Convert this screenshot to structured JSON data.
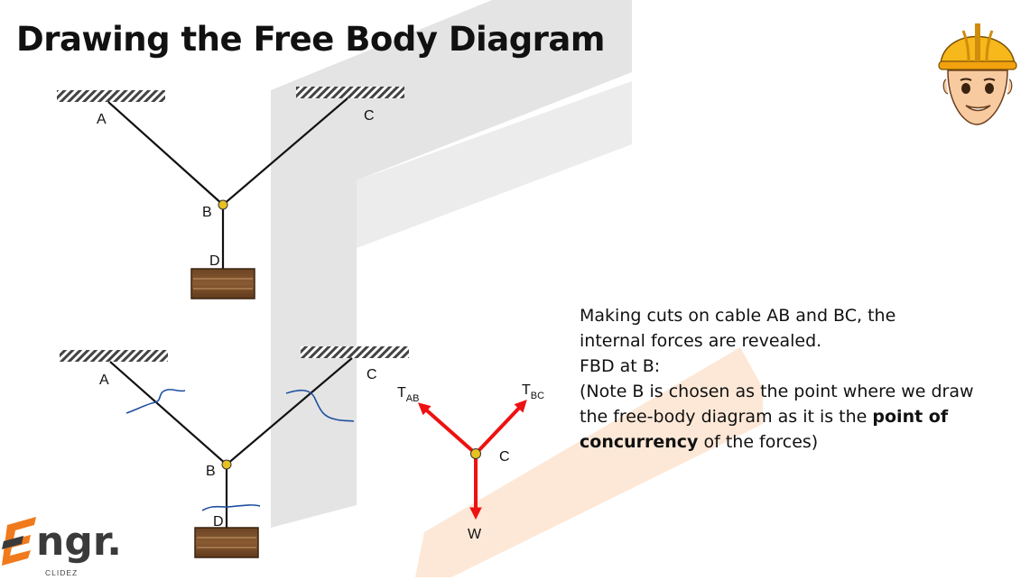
{
  "slide": {
    "title": "Drawing the Free Body Diagram",
    "explanation": {
      "line1": "Making cuts on cable AB and BC, the",
      "line2": "internal forces are revealed.",
      "line3": "FBD at B:",
      "note_start": "(Note B is chosen as the point where we draw the free-body diagram as it is the ",
      "note_bold": "point of concurrency",
      "note_end": " of the forces)"
    }
  },
  "diagram_top": {
    "label_a": "A",
    "label_b": "B",
    "label_c": "C",
    "label_d": "D"
  },
  "diagram_bottom": {
    "label_a": "A",
    "label_b": "B",
    "label_c": "C",
    "label_d": "D"
  },
  "fbd": {
    "tab_main": "T",
    "tab_sub": "AB",
    "tbc_main": "T",
    "tbc_sub": "BC",
    "label_c": "C",
    "label_w": "W"
  },
  "logo": {
    "word": "ngr.",
    "sub": "CLIDEZ"
  },
  "colors": {
    "force_arrow": "#ee1111",
    "pin": "#e8c020",
    "hatch": "#444444",
    "cut_marks": "#1f4fa0",
    "logo_accent": "#f07a1c",
    "watermark_gray": "#e4e4e4",
    "watermark_orange": "#fde8d7"
  },
  "icons": {
    "mascot": "engineer-hardhat-icon"
  }
}
